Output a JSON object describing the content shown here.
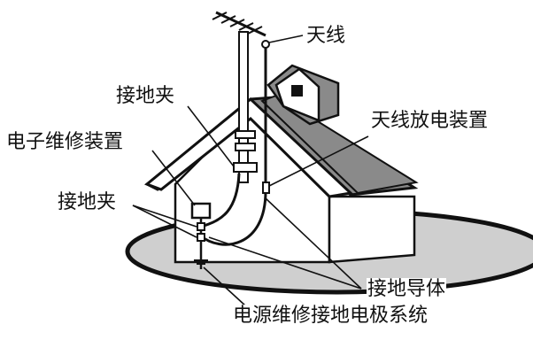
{
  "labels": {
    "antenna": "天线",
    "ground_clamp_top": "接地夹",
    "service_equipment": "电子维修装置",
    "antenna_discharge_unit": "天线放电装置",
    "ground_clamps_lower": "接地夹",
    "grounding_conductors": "接地导体",
    "power_service_grounding_system": "电源维修接地电极系统"
  },
  "colors": {
    "roof": "#8a8a8a",
    "ground": "#cfcfcf",
    "wall": "#ffffff",
    "outline": "#111111"
  }
}
